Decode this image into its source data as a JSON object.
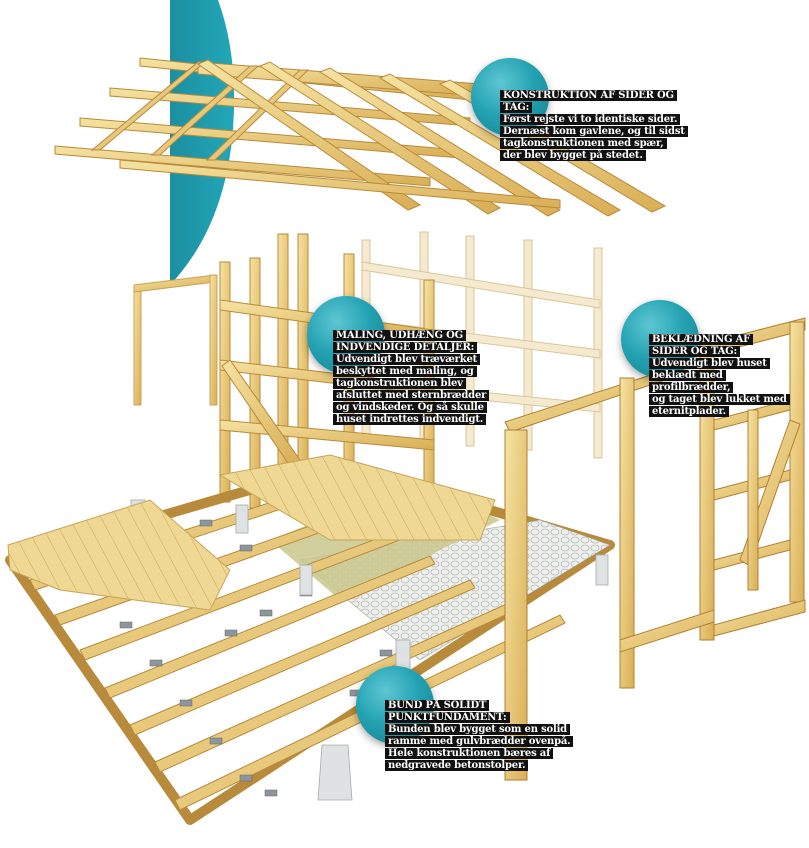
{
  "callouts": {
    "roof": {
      "title": "KONSTRUKTION AF SIDER OG TAG:",
      "lines": [
        "Først rejste vi to identiske sider.",
        "Dernæst kom gavlene, og til sidst",
        "tagkonstruktionen med spær,",
        "der blev bygget på stedet."
      ]
    },
    "paint": {
      "title_lines": [
        "MALING, UDHÆNG OG",
        "INDVENDIGE DETALJER:"
      ],
      "lines": [
        "Udvendigt blev træværket",
        "beskyttet med maling, og",
        "tagkonstruktionen blev",
        "afsluttet med sternbrædder",
        "og vindskeder. Og så skulle",
        "huset indrettes indvendigt."
      ]
    },
    "cladding": {
      "title_lines": [
        "BEKLÆDNING AF",
        "SIDER OG TAG:"
      ],
      "lines": [
        "Udvendigt blev huset",
        "beklædt med profilbrædder,",
        "og taget blev lukket med",
        "eternitplader."
      ]
    },
    "foundation": {
      "title_lines": [
        "BUND PÅ SOLIDT",
        "PUNKTFUNDAMENT:"
      ],
      "lines": [
        "Bunden blev bygget som en solid",
        "ramme med gulvbrædder ovenpå.",
        "Hele konstruktionen bæres af",
        "nedgravede betonstolper."
      ]
    }
  },
  "colors": {
    "accent_teal": "#1f9aab",
    "wood_light": "#f1d98e",
    "wood_mid": "#dfb862",
    "wood_dark": "#b98a3a",
    "label_bg": "#111111",
    "label_text": "#ffffff"
  }
}
